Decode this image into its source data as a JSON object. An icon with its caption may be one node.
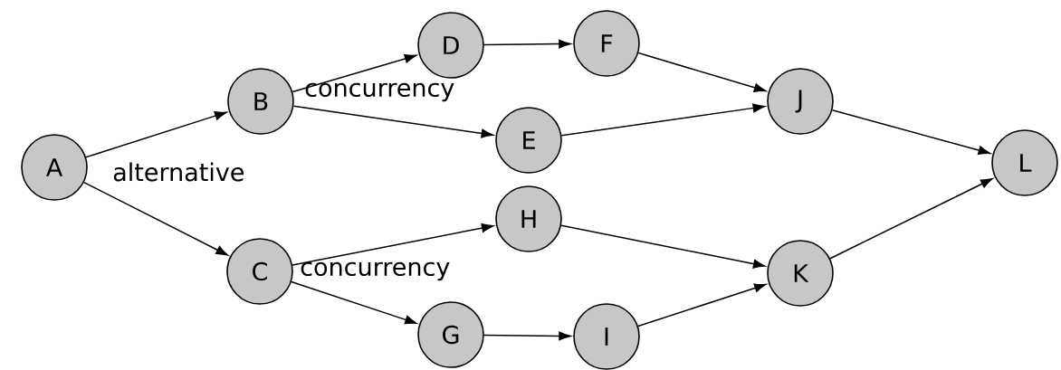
{
  "diagram": {
    "nodes": [
      {
        "text": [
          "A"
        ]
      },
      {
        "text": [
          "B"
        ]
      },
      {
        "text": [
          "C"
        ]
      },
      {
        "text": [
          "D"
        ]
      },
      {
        "text": [
          "E"
        ]
      },
      {
        "text": [
          "F"
        ]
      },
      {
        "text": [
          "G"
        ]
      },
      {
        "text": [
          "H"
        ]
      },
      {
        "text": [
          "I"
        ]
      },
      {
        "text": [
          "J"
        ]
      },
      {
        "text": [
          "K"
        ]
      },
      {
        "text": [
          "L"
        ]
      }
    ],
    "edges": [
      {
        "from": 0,
        "to": 1,
        "arrow": "to"
      },
      {
        "from": 0,
        "to": 2,
        "arrow": "to"
      },
      {
        "from": 1,
        "to": 3,
        "arrow": "to"
      },
      {
        "from": 1,
        "to": 4,
        "arrow": "to"
      },
      {
        "from": 2,
        "to": 7,
        "arrow": "to"
      },
      {
        "from": 2,
        "to": 6,
        "arrow": "to"
      },
      {
        "from": 3,
        "to": 5,
        "arrow": "to"
      },
      {
        "from": 4,
        "to": 9,
        "arrow": "to"
      },
      {
        "from": 5,
        "to": 9,
        "arrow": "to"
      },
      {
        "from": 6,
        "to": 8,
        "arrow": "to"
      },
      {
        "from": 7,
        "to": 10,
        "arrow": "to"
      },
      {
        "from": 8,
        "to": 10,
        "arrow": "to"
      },
      {
        "from": 9,
        "to": 11,
        "arrow": "to"
      },
      {
        "from": 10,
        "to": 11,
        "arrow": "to"
      }
    ],
    "labels": [
      "alternative",
      "concurrency",
      "concurrency"
    ]
  }
}
